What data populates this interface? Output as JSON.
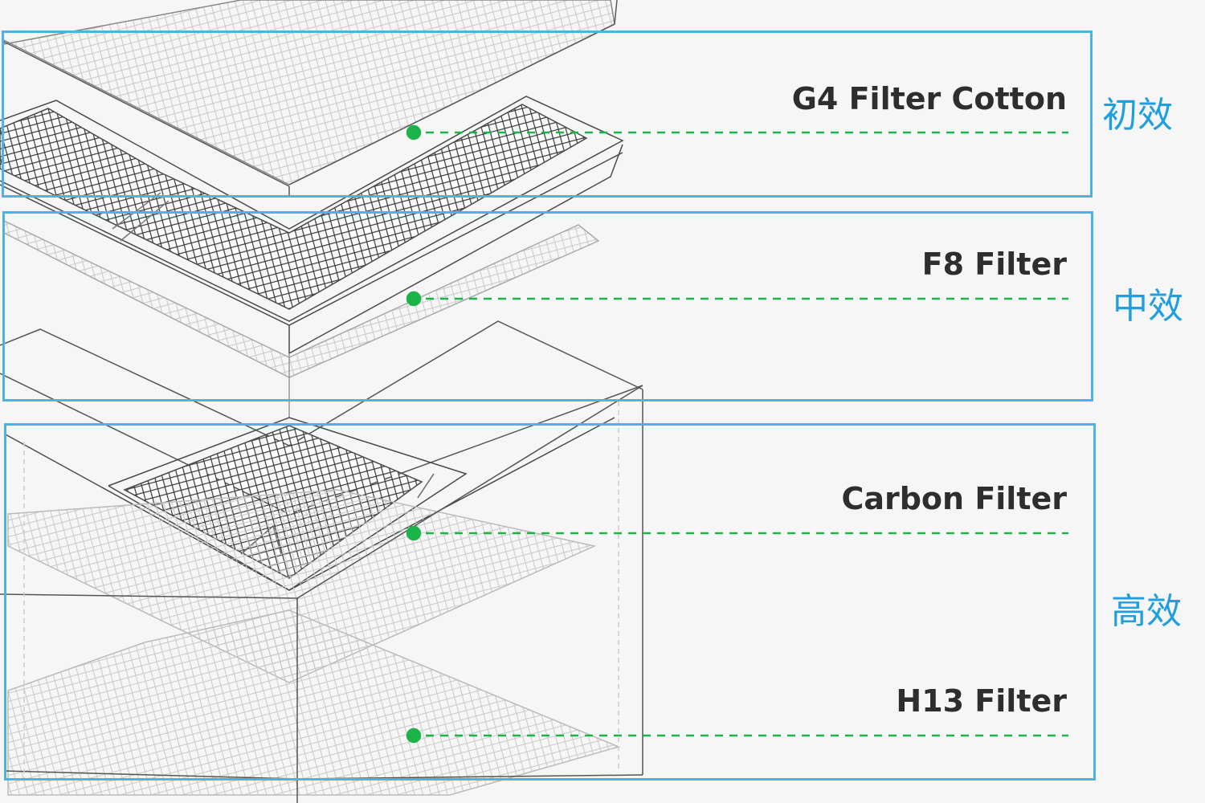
{
  "colors": {
    "background": "#f6f6f6",
    "frame": "#4db3e6",
    "tag": "#1f9fdf",
    "leader": "#1cb34a",
    "label": "#2e2e2e",
    "line_art": "#444444"
  },
  "stages": [
    {
      "tag": "初效",
      "filters": [
        {
          "label": "G4 Filter Cotton"
        }
      ]
    },
    {
      "tag": "中效",
      "filters": [
        {
          "label": "F8 Filter"
        }
      ]
    },
    {
      "tag": "高效",
      "filters": [
        {
          "label": "Carbon Filter"
        },
        {
          "label": "H13 Filter"
        }
      ]
    }
  ]
}
